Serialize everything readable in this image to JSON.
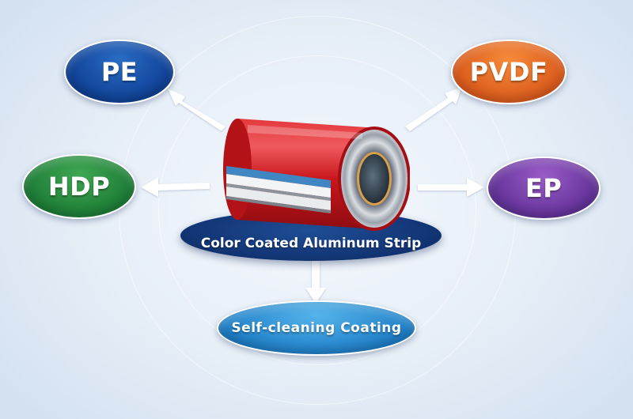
{
  "diagram": {
    "center": {
      "label": "Color Coated Aluminum Strip",
      "color": "#163f82"
    },
    "nodes": [
      {
        "id": "pe",
        "label": "PE",
        "color": "#0f4496",
        "position": "top-left"
      },
      {
        "id": "pvdf",
        "label": "PVDF",
        "color": "#e5661f",
        "position": "top-right"
      },
      {
        "id": "hdp",
        "label": "HDP",
        "color": "#23873b",
        "position": "left"
      },
      {
        "id": "ep",
        "label": "EP",
        "color": "#6a389f",
        "position": "right"
      },
      {
        "id": "selfclean",
        "label": "Self-cleaning Coating",
        "color": "#2a8fd4",
        "position": "bottom"
      }
    ],
    "illustration": {
      "object": "aluminum coil",
      "outer_color": "#c8161c",
      "layers": [
        "red coating",
        "blue coating",
        "aluminum",
        "aluminum"
      ]
    },
    "edges": [
      {
        "from": "center",
        "to": "pe"
      },
      {
        "from": "center",
        "to": "pvdf"
      },
      {
        "from": "center",
        "to": "hdp"
      },
      {
        "from": "center",
        "to": "ep"
      },
      {
        "from": "center",
        "to": "selfclean"
      }
    ]
  }
}
